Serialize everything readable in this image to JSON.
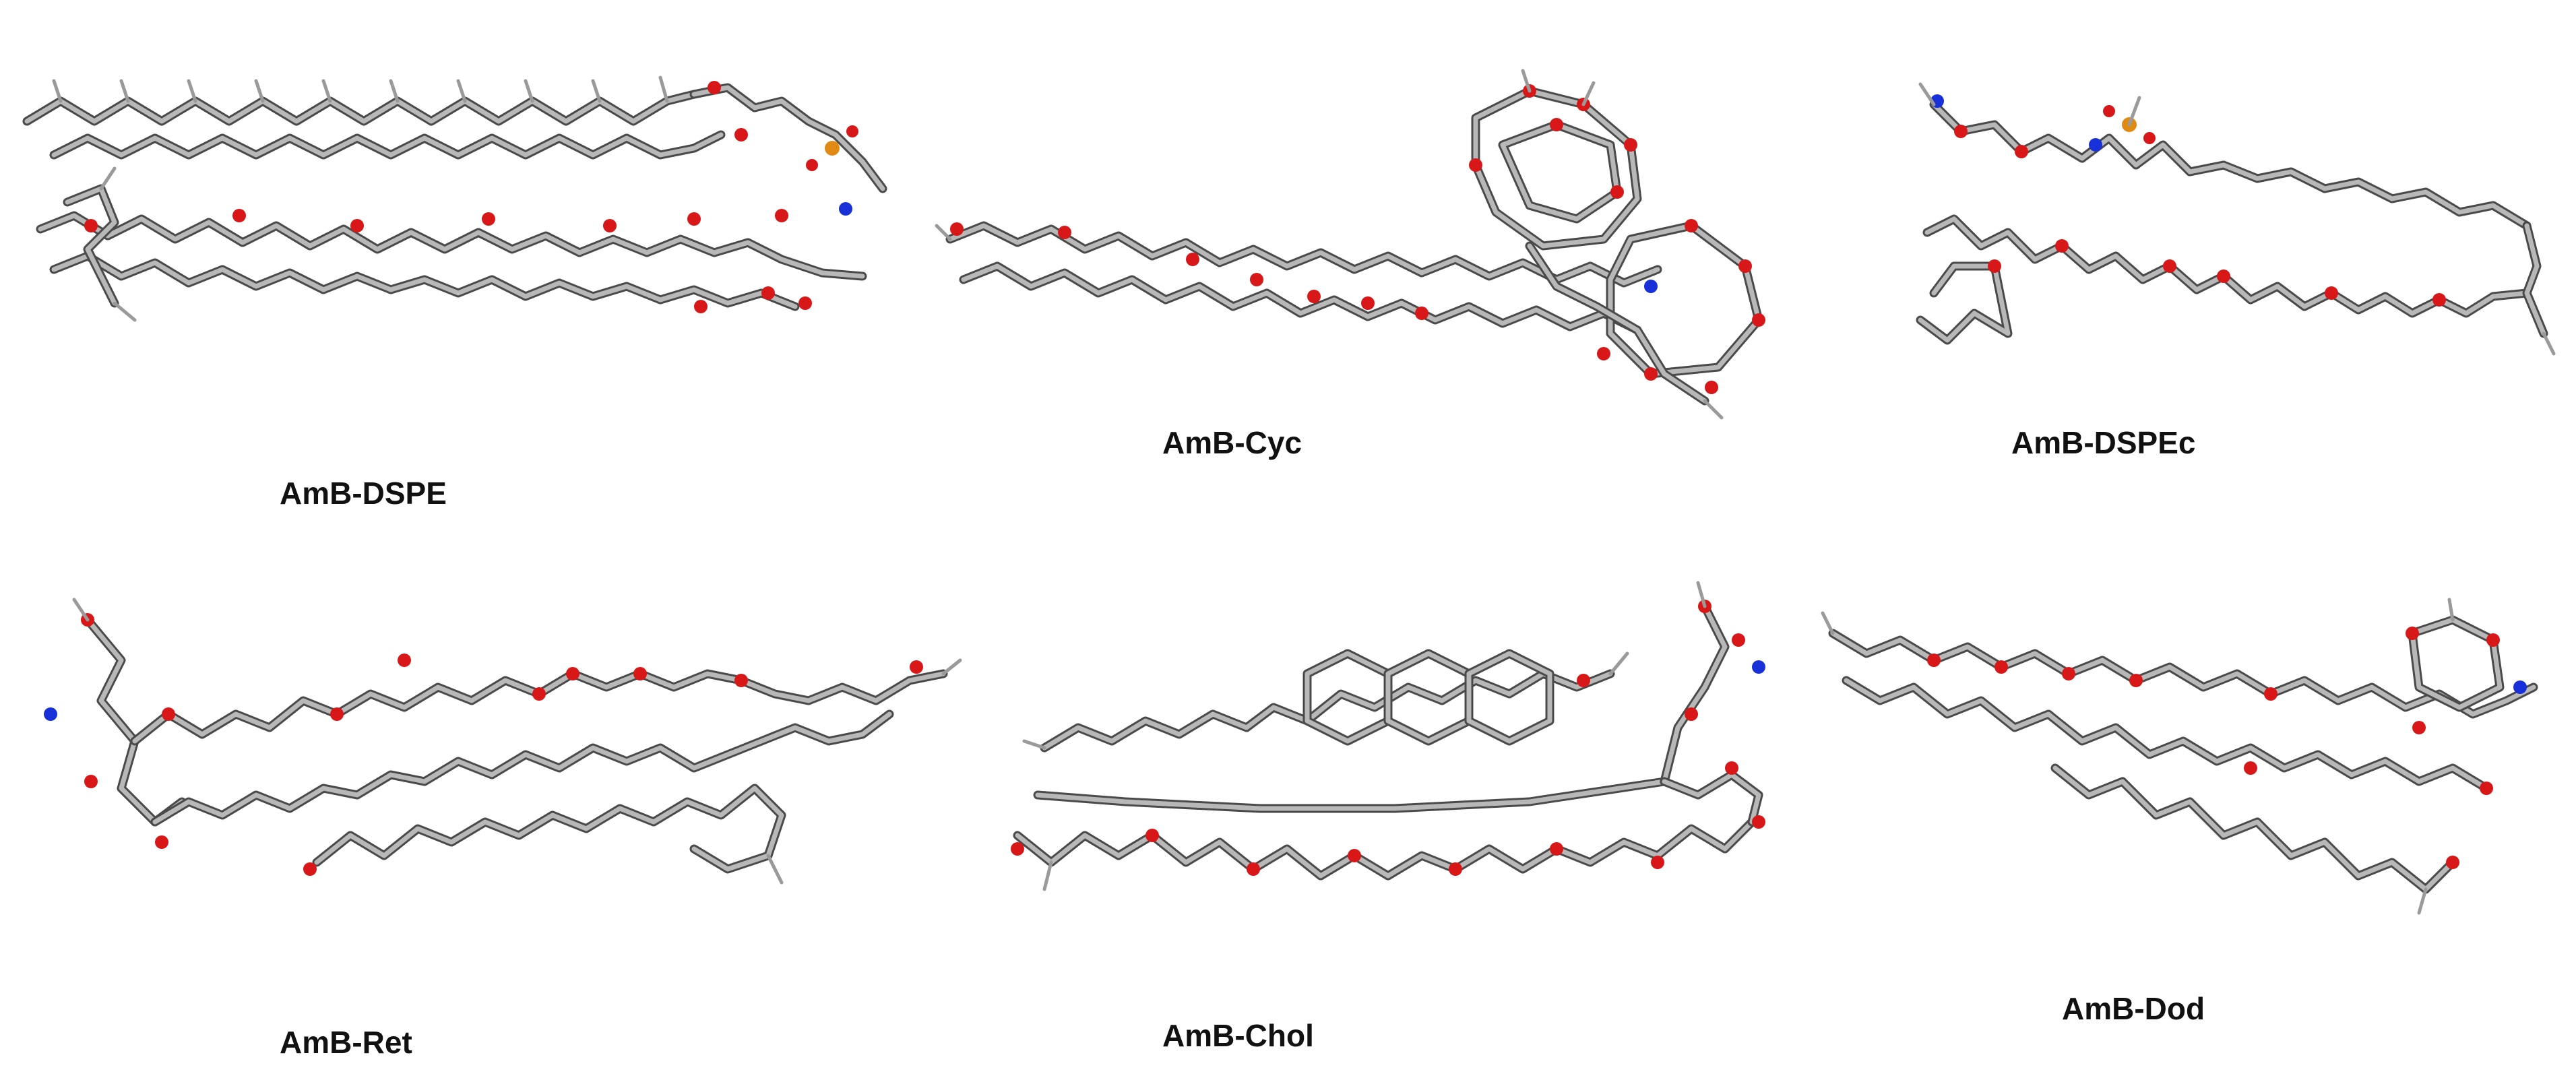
{
  "figure": {
    "panels": [
      {
        "id": "amb-dspe",
        "caption": "AmB-DSPE"
      },
      {
        "id": "amb-cyc",
        "caption": "AmB-Cyc"
      },
      {
        "id": "amb-dspec",
        "caption": "AmB-DSPEc"
      },
      {
        "id": "amb-ret",
        "caption": "AmB-Ret"
      },
      {
        "id": "amb-chol",
        "caption": "AmB-Chol"
      },
      {
        "id": "amb-dod",
        "caption": "AmB-Dod"
      }
    ],
    "atom_colors": {
      "carbon": "#7a7a7a",
      "hydrogen": "#d9d9d9",
      "oxygen": "#d81818",
      "nitrogen": "#1830d8",
      "phosphorus": "#e08a14"
    }
  }
}
